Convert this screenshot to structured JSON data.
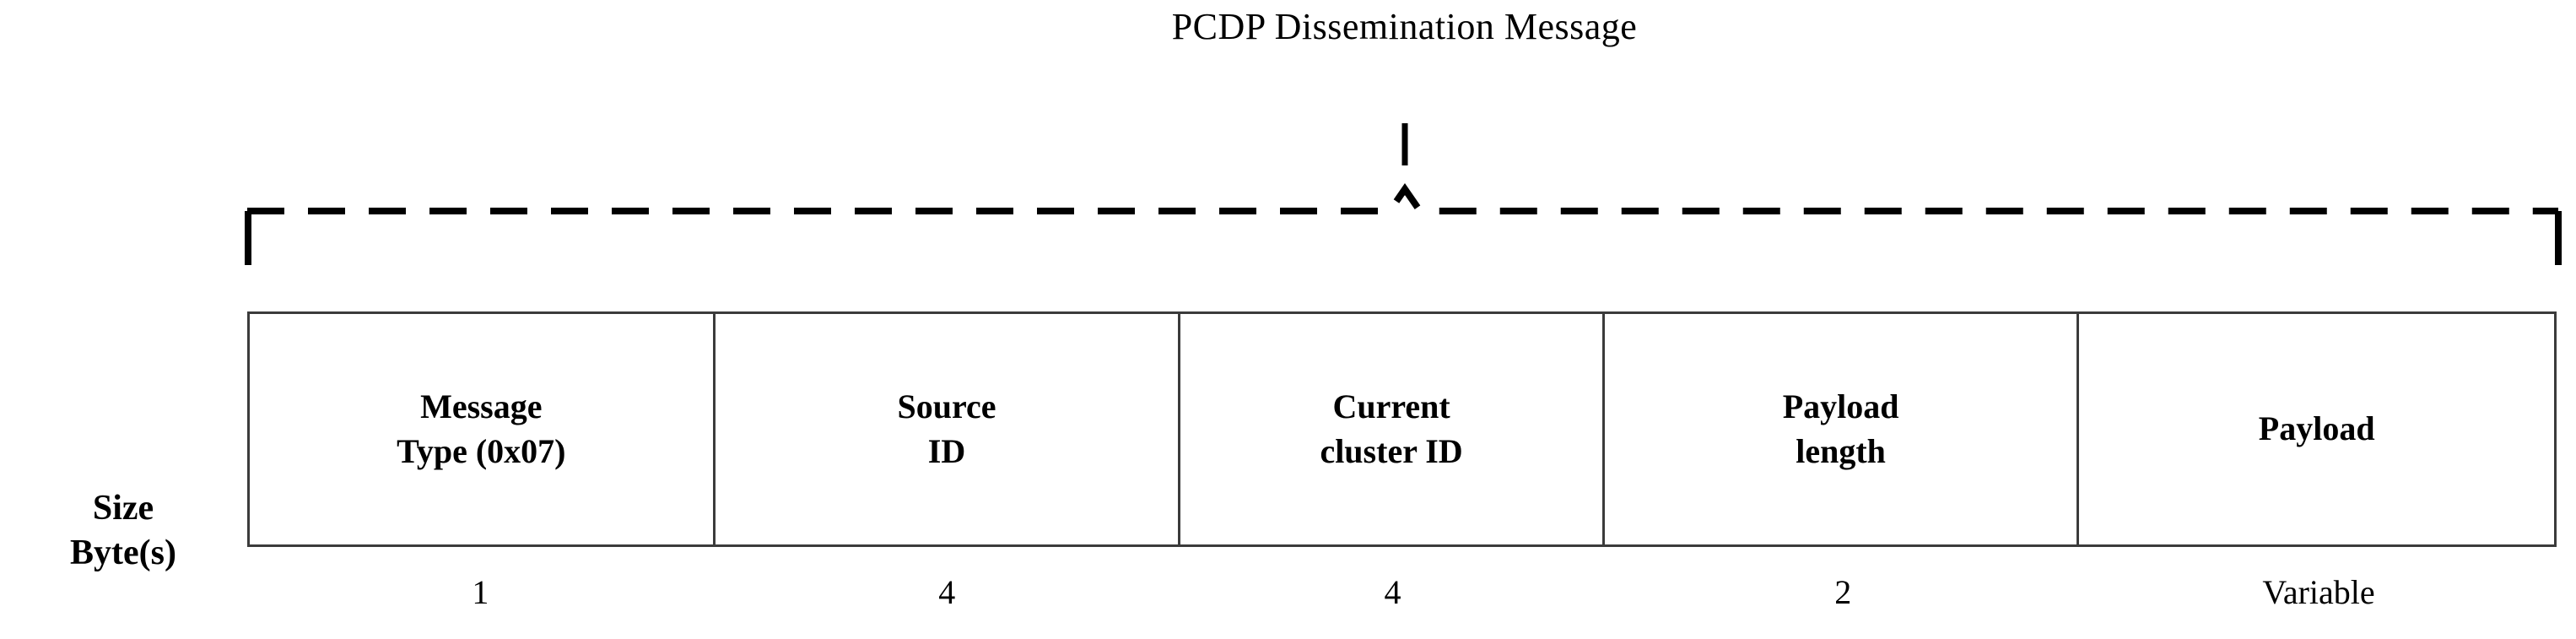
{
  "title": "PCDP Dissemination Message",
  "size_label": {
    "line1": "Size",
    "line2": "Byte(s)"
  },
  "colors": {
    "border": "#3b3b3b",
    "text": "#000000",
    "background": "#ffffff"
  },
  "fields": [
    {
      "line1": "Message",
      "line2": "Type (0x07)",
      "size": "1",
      "width_pct": 20.2
    },
    {
      "line1": "Source",
      "line2": "ID",
      "size": "4",
      "width_pct": 20.2
    },
    {
      "line1": "Current",
      "line2": "cluster ID",
      "size": "4",
      "width_pct": 18.4
    },
    {
      "line1": "Payload",
      "line2": "length",
      "size": "2",
      "width_pct": 20.6
    },
    {
      "line1": "Payload",
      "line2": "",
      "size": "Variable",
      "width_pct": 20.6
    }
  ],
  "bracket": {
    "style": "dashed",
    "apex_label_connector": true
  }
}
